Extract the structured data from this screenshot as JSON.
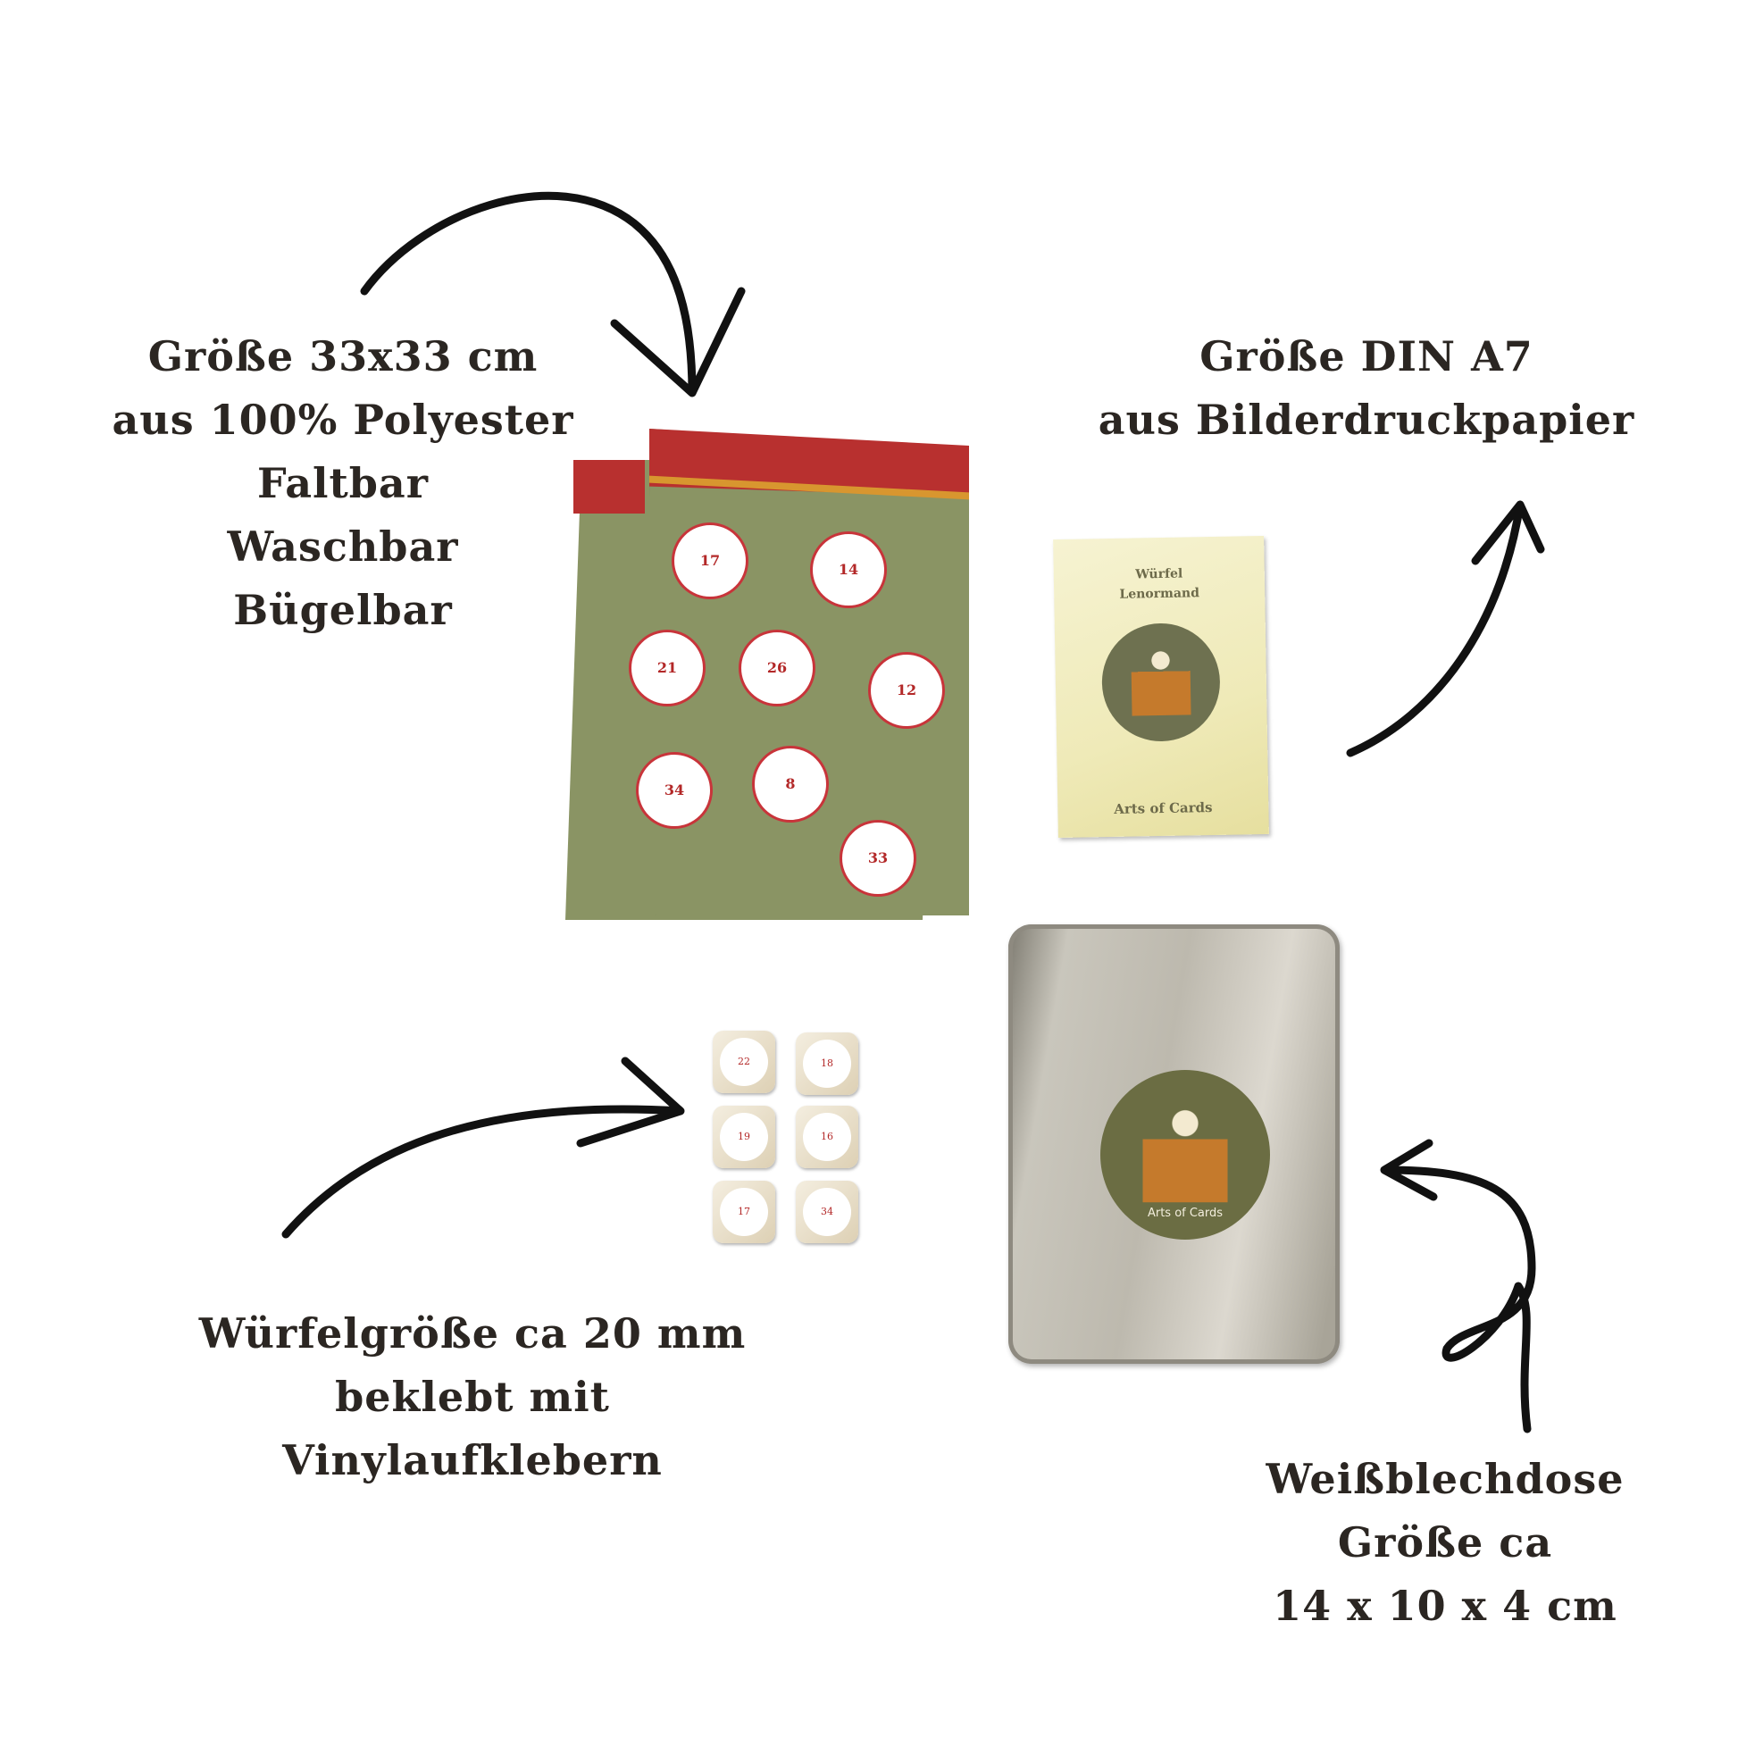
{
  "left_top_text": [
    "Größe 33x33 cm",
    "aus 100% Polyester",
    "Faltbar",
    "Waschbar",
    "Bügelbar"
  ],
  "right_top_text": [
    "Größe DIN A7",
    "aus Bilderdruckpapier"
  ],
  "left_bottom_text": [
    "Würfelgröße ca 20 mm",
    "beklebt mit",
    "Vinylaufklebern"
  ],
  "right_bottom_text": [
    "Weißblechdose",
    "Größe ca",
    "14 x 10 x 4 cm"
  ],
  "card": {
    "title_line1": "Würfel",
    "title_line2": "Lenormand",
    "brand": "Arts of Cards"
  },
  "tin": {
    "brand": "Arts of Cards"
  },
  "cloth_numbers": [
    "17",
    "14",
    "21",
    "26",
    "12",
    "34",
    "8",
    "33"
  ],
  "dice_numbers": [
    "22",
    "18",
    "19",
    "16",
    "17",
    "34"
  ],
  "colors": {
    "text": "#2b2622",
    "cloth_green": "#8a9464",
    "cloth_red": "#b8302f",
    "medal": "#6e7150"
  }
}
